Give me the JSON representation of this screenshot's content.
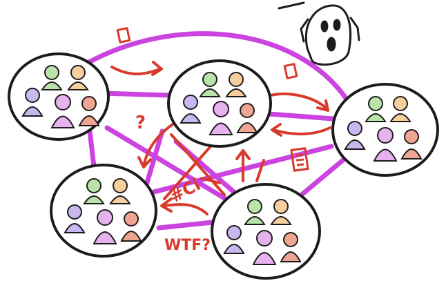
{
  "colors": {
    "connection": "#cc44e0",
    "annotation": "#d83a2c",
    "outline": "#1c1c1c",
    "person_palette": [
      "#b9e3a8",
      "#f7cf9f",
      "#c9b8ef",
      "#e6b2ee",
      "#f0a592"
    ]
  },
  "clusters": [
    {
      "id": "team-top-left",
      "members": 5
    },
    {
      "id": "team-top-center",
      "members": 5
    },
    {
      "id": "team-right",
      "members": 5
    },
    {
      "id": "team-bottom-left",
      "members": 5
    },
    {
      "id": "team-bottom-center",
      "members": 5
    }
  ],
  "annotations": {
    "question": "?",
    "hashtag": "#Ci",
    "wtf": "WTF?"
  },
  "icons": [
    "document-icon",
    "scared-face-icon"
  ]
}
